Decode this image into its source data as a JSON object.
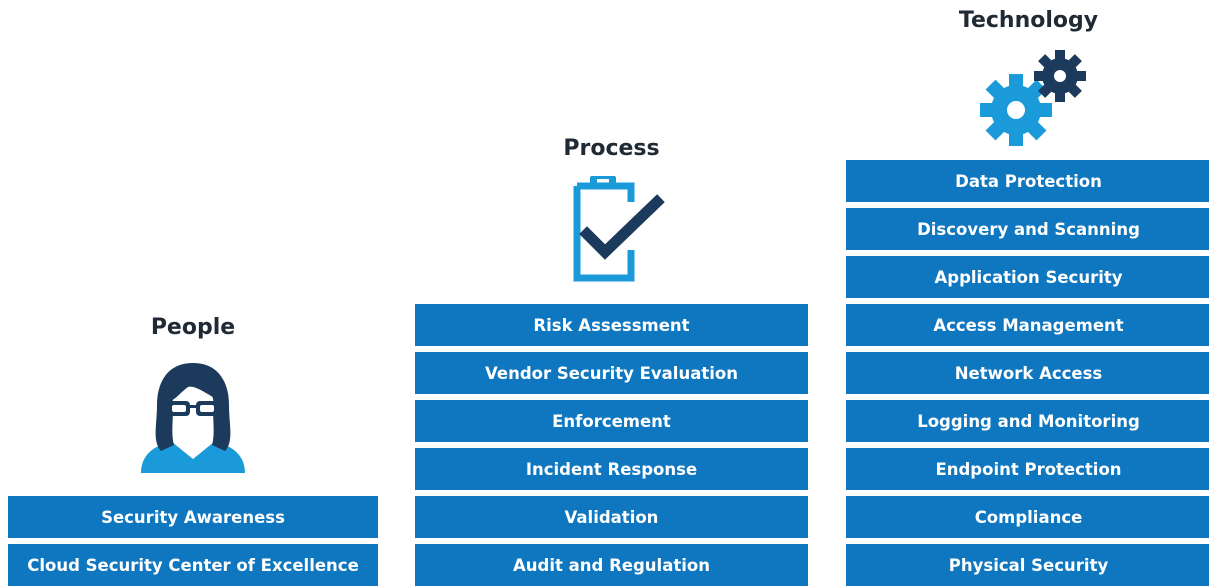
{
  "columns": [
    {
      "id": "people",
      "title": "People",
      "icon": "person-with-glasses-icon",
      "items": [
        "Security Awareness",
        "Cloud Security Center of Excellence"
      ]
    },
    {
      "id": "process",
      "title": "Process",
      "icon": "clipboard-checkmark-icon",
      "items": [
        "Risk Assessment",
        "Vendor Security Evaluation",
        "Enforcement",
        "Incident Response",
        "Validation",
        "Audit and Regulation"
      ]
    },
    {
      "id": "technology",
      "title": "Technology",
      "icon": "gears-icon",
      "items": [
        "Data Protection",
        "Discovery and Scanning",
        "Application Security",
        "Access Management",
        "Network Access",
        "Logging and Monitoring",
        "Endpoint Protection",
        "Compliance",
        "Physical Security"
      ]
    }
  ],
  "colors": {
    "bar_fill": "#0f77c0",
    "bar_text": "#ffffff",
    "title_text": "#1f2a35",
    "icon_light": "#1a9ad9",
    "icon_dark": "#1b3a5c"
  }
}
